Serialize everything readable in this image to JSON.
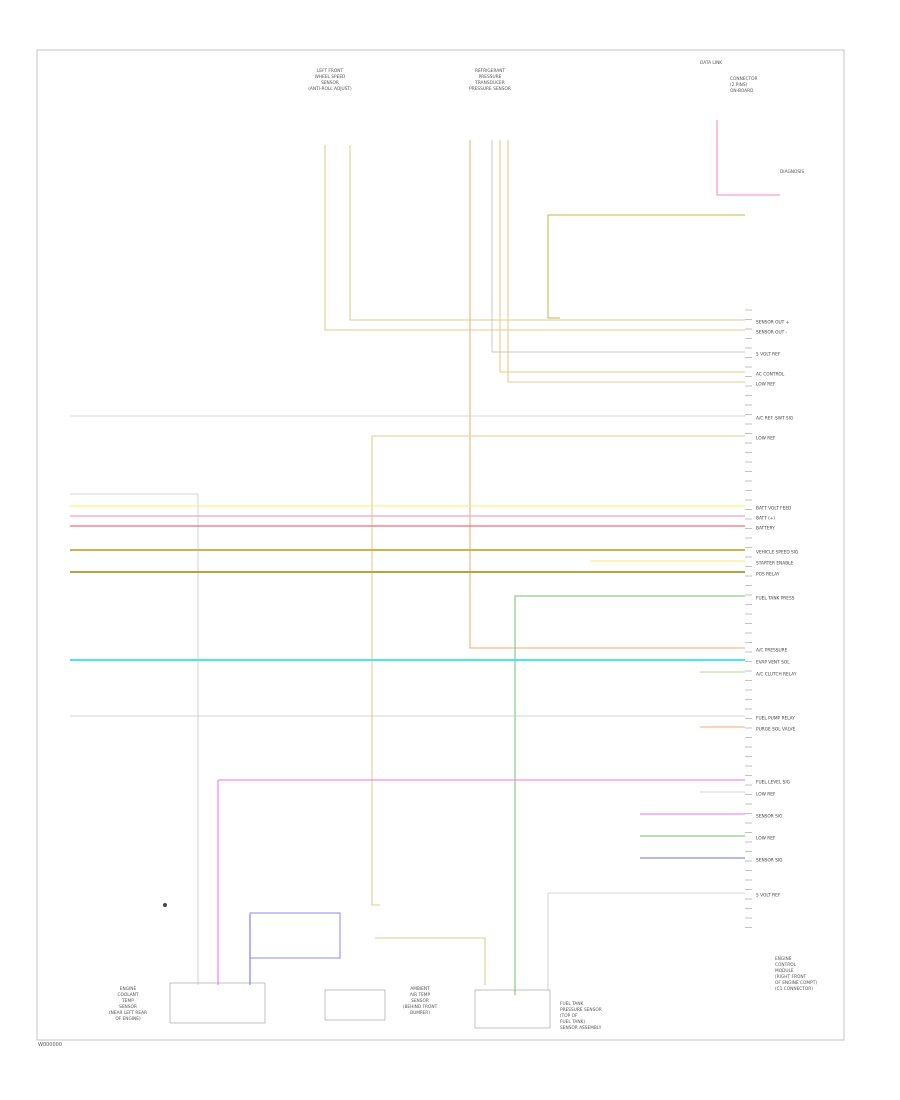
{
  "footer_code": "W000000",
  "colors": {
    "yellow": "#f6f08a",
    "tan": "#e9d4a0",
    "orange": "#f2bd8e",
    "red": "#f26a7a",
    "pink": "#f5a2c6",
    "green": "#8fcf8a",
    "lightgreen": "#b8e3a2",
    "cyan": "#46e8e8",
    "magenta": "#f08cf0",
    "blue": "#8a8af0",
    "gray": "#c8c8c8",
    "darkyellow": "#cfc46a"
  },
  "top_components": [
    {
      "name": "left-component-1",
      "lines": [
        "LEFT FRONT",
        "WHEEL SPEED",
        "SENSOR",
        "(ANTI-ROLL ADJUST)"
      ]
    },
    {
      "name": "center-component",
      "lines": [
        "REFRIGERANT",
        "PRESSURE",
        "TRANSDUCER",
        "PRESSURE SENSOR"
      ]
    },
    {
      "name": "right-component",
      "lines": [
        "DATA LINK",
        "CONNECTOR",
        "(2 PINS)",
        "ON-BOARD",
        "DIAGNOSIS"
      ]
    }
  ],
  "right_labels": [
    "SENSOR OUT +",
    "SENSOR OUT -",
    "5 VOLT REF",
    "AC CONTROL",
    "LOW REF",
    "A/C REF. SWT SIG",
    "LOW REF",
    "",
    "BATT VOLT FEED",
    "BATT (+)",
    "BATTERY",
    "",
    "VEHICLE SPEED SIG",
    "STARTER ENABLE",
    "POS RELAY",
    "FUEL TANK PRESS",
    "",
    "A/C PRESSURE",
    "EVAP VENT SOL",
    "A/C CLUTCH RELAY",
    "",
    "FUEL PUMP RELAY",
    "PURGE SOL VALVE",
    "FUEL LEVEL SIG",
    "LOW REF",
    "",
    "SENSOR SIG",
    "LOW REF",
    "SENSOR SIG",
    "5 VOLT REF"
  ],
  "bottom_components": [
    {
      "name": "engine-coolant-sensor",
      "lines": [
        "ENGINE",
        "COOLANT",
        "TEMP",
        "SENSOR",
        "(NEAR LEFT REAR",
        "OF ENGINE)"
      ]
    },
    {
      "name": "ambient-sensor",
      "lines": [
        "AMBIENT",
        "AIR TEMP",
        "SENSOR",
        "(BEHIND FRONT",
        "BUMPER)"
      ]
    },
    {
      "name": "fuel-tank-sensor",
      "lines": [
        "FUEL TANK",
        "PRESSURE SENSOR",
        "(TOP OF",
        "FUEL TANK)",
        "SENSOR ASSEMBLY"
      ]
    },
    {
      "name": "control-module",
      "lines": [
        "ENGINE",
        "CONTROL",
        "MODULE",
        "(RIGHT FRONT",
        "OF ENGINE COMPT)",
        "(C1 CONNECTOR)"
      ]
    }
  ]
}
